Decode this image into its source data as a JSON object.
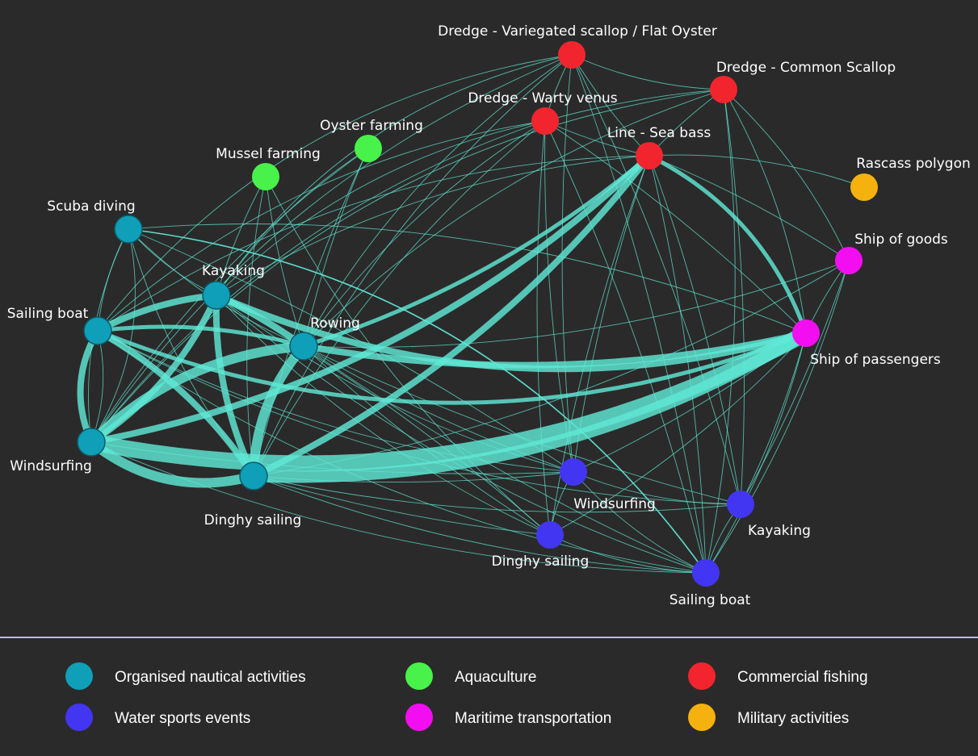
{
  "colors": {
    "background": "#2b2a2a",
    "edge": "#5fe8d6",
    "separator": "#b9bde0",
    "organised": "#0f9fb8",
    "water_sports": "#4236f2",
    "aquaculture": "#49f24a",
    "maritime": "#f20ef0",
    "commercial_fishing": "#f2252f",
    "military": "#f5b10d"
  },
  "legend": [
    {
      "label": "Organised nautical activities",
      "color": "#0f9fb8",
      "icon": "circle-icon"
    },
    {
      "label": "Aquaculture",
      "color": "#49f24a",
      "icon": "circle-icon"
    },
    {
      "label": "Commercial fishing",
      "color": "#f2252f",
      "icon": "circle-icon"
    },
    {
      "label": "Water sports events",
      "color": "#4236f2",
      "icon": "circle-icon"
    },
    {
      "label": "Maritime transportation",
      "color": "#f20ef0",
      "icon": "circle-icon"
    },
    {
      "label": "Military activities",
      "color": "#f5b10d",
      "icon": "circle-icon"
    }
  ],
  "nodes": [
    {
      "id": "scuba",
      "label": "Scuba diving",
      "category": "Organised nautical activities"
    },
    {
      "id": "kayak1",
      "label": "Kayaking",
      "category": "Organised nautical activities"
    },
    {
      "id": "sail1",
      "label": "Sailing boat",
      "category": "Organised nautical activities"
    },
    {
      "id": "rowing",
      "label": "Rowing",
      "category": "Organised nautical activities"
    },
    {
      "id": "wind1",
      "label": "Windsurfing",
      "category": "Organised nautical activities"
    },
    {
      "id": "dinghy1",
      "label": "Dinghy sailing",
      "category": "Organised nautical activities"
    },
    {
      "id": "mussel",
      "label": "Mussel farming",
      "category": "Aquaculture"
    },
    {
      "id": "oyster",
      "label": "Oyster farming",
      "category": "Aquaculture"
    },
    {
      "id": "dvar",
      "label": "Dredge - Variegated scallop / Flat Oyster",
      "category": "Commercial fishing"
    },
    {
      "id": "dcom",
      "label": "Dredge - Common Scallop",
      "category": "Commercial fishing"
    },
    {
      "id": "dwar",
      "label": "Dredge - Warty venus",
      "category": "Commercial fishing"
    },
    {
      "id": "bass",
      "label": "Line - Sea bass",
      "category": "Commercial fishing"
    },
    {
      "id": "rascass",
      "label": "Rascass polygon",
      "category": "Military activities"
    },
    {
      "id": "goods",
      "label": "Ship of goods",
      "category": "Maritime transportation"
    },
    {
      "id": "pass",
      "label": "Ship of passengers",
      "category": "Maritime transportation"
    },
    {
      "id": "wind2",
      "label": "Windsurfing",
      "category": "Water sports events"
    },
    {
      "id": "kayak2",
      "label": "Kayaking",
      "category": "Water sports events"
    },
    {
      "id": "dinghy2",
      "label": "Dinghy sailing",
      "category": "Water sports events"
    },
    {
      "id": "sail2",
      "label": "Sailing boat",
      "category": "Water sports events"
    }
  ],
  "edges": [
    {
      "source": "wind1",
      "target": "pass",
      "weight": 6
    },
    {
      "source": "dinghy1",
      "target": "pass",
      "weight": 5
    },
    {
      "source": "wind1",
      "target": "dinghy1",
      "weight": 4
    },
    {
      "source": "wind1",
      "target": "rowing",
      "weight": 4
    },
    {
      "source": "dinghy1",
      "target": "rowing",
      "weight": 4
    },
    {
      "source": "sail1",
      "target": "wind1",
      "weight": 3
    },
    {
      "source": "kayak1",
      "target": "wind1",
      "weight": 3
    },
    {
      "source": "kayak1",
      "target": "dinghy1",
      "weight": 3
    },
    {
      "source": "sail1",
      "target": "dinghy1",
      "weight": 3
    },
    {
      "source": "sail1",
      "target": "kayak1",
      "weight": 3
    },
    {
      "source": "sail1",
      "target": "rowing",
      "weight": 2
    },
    {
      "source": "kayak1",
      "target": "rowing",
      "weight": 3
    },
    {
      "source": "kayak1",
      "target": "pass",
      "weight": 3
    },
    {
      "source": "rowing",
      "target": "pass",
      "weight": 3
    },
    {
      "source": "sail1",
      "target": "pass",
      "weight": 2
    },
    {
      "source": "bass",
      "target": "pass",
      "weight": 2
    },
    {
      "source": "bass",
      "target": "wind1",
      "weight": 3
    },
    {
      "source": "bass",
      "target": "dinghy1",
      "weight": 3
    },
    {
      "source": "bass",
      "target": "rowing",
      "weight": 2
    },
    {
      "source": "scuba",
      "target": "sail2",
      "weight": 1
    }
  ]
}
